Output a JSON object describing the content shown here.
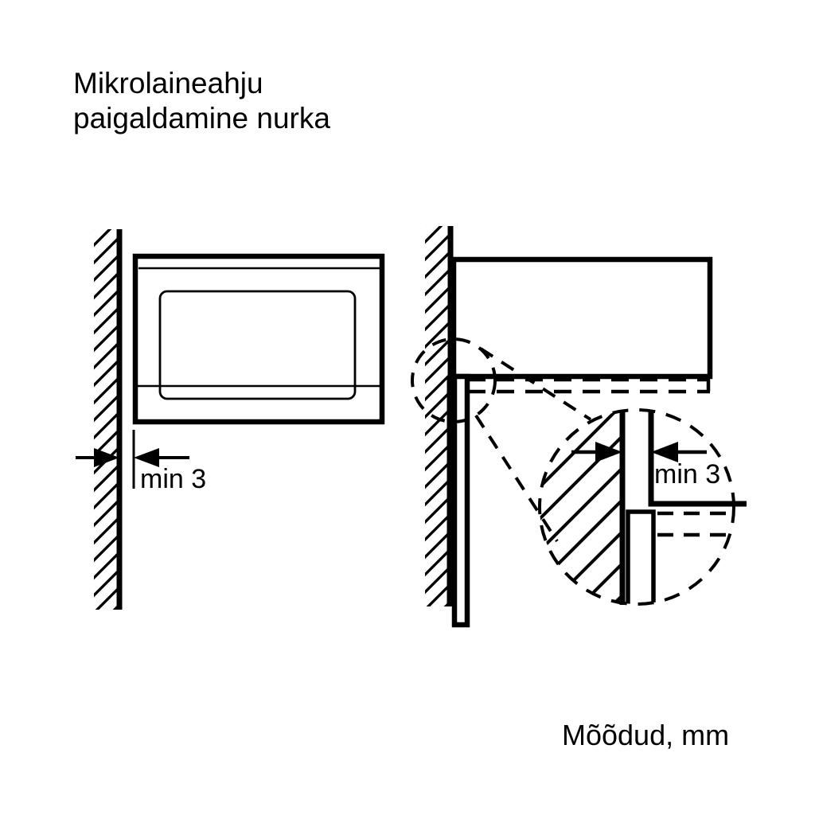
{
  "page": {
    "background_color": "#ffffff",
    "line_color": "#000000",
    "language": "et"
  },
  "title": {
    "line1": "Mikrolaineahju",
    "line2": "paigaldamine nurka"
  },
  "caption": {
    "text": "Mõõdud, mm"
  },
  "front_view": {
    "name": "front-view-of-microwave-at-wall",
    "dimension_label": "min 3",
    "wall": {
      "hatched": true
    },
    "appliance": {
      "shape": "rectangle-with-door-window"
    }
  },
  "top_view": {
    "name": "top-view-of-microwave-at-wall",
    "dimension_label": "min 3",
    "wall": {
      "hatched": true
    },
    "appliance": {
      "shape": "rectangle-top-view"
    },
    "detail_callout": {
      "shape": "circle",
      "magnified": true
    }
  },
  "labels": {
    "min_clearance_front": "min 3",
    "min_clearance_detail": "min 3"
  }
}
